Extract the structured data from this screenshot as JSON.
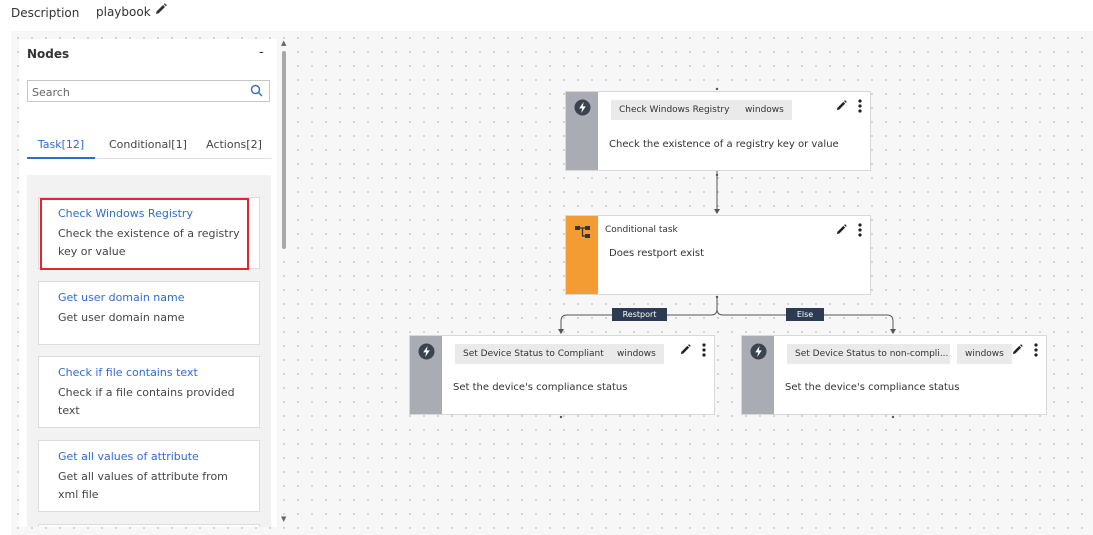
{
  "header": {
    "description_label": "Description",
    "description_value": "playbook"
  },
  "nodes_panel": {
    "title": "Nodes",
    "collapse_symbol": "-",
    "search_placeholder": "Search",
    "tabs": [
      {
        "label": "Task[12]",
        "active": true
      },
      {
        "label": "Conditional[1]",
        "active": false
      },
      {
        "label": "Actions[2]",
        "active": false
      }
    ],
    "items": [
      {
        "title": "Check Windows Registry",
        "desc": "Check the existence of a registry key or value",
        "highlighted": true
      },
      {
        "title": "Get user domain name",
        "desc": "Get user domain name"
      },
      {
        "title": "Check if file contains text",
        "desc": "Check if a file contains provided text"
      },
      {
        "title": "Get all values of attribute",
        "desc": "Get all values of attribute from xml file"
      }
    ]
  },
  "flow": {
    "node1": {
      "chip": "Check Windows Registry",
      "tag": "windows",
      "desc": "Check the existence of a registry key or value"
    },
    "node2": {
      "type_label": "Conditional task",
      "desc": "Does restport exist"
    },
    "edges": {
      "left_label": "Restport",
      "right_label": "Else"
    },
    "node3": {
      "chip": "Set Device Status to Compliant",
      "tag": "windows",
      "desc": "Set the device's compliance status"
    },
    "node4": {
      "chip": "Set Device Status to non-compli...",
      "tag": "windows",
      "desc": "Set the device's compliance status"
    }
  },
  "icons": {
    "task": "bolt-icon",
    "conditional": "branch-icon",
    "edit": "pencil-icon",
    "menu": "kebab-icon",
    "search": "search-icon"
  },
  "colors": {
    "accent": "#2e6bd4",
    "conditional": "#f39c33",
    "task_strip": "#a9adb3",
    "highlight": "#e3262b",
    "edge_label_bg": "#2d3b52"
  }
}
